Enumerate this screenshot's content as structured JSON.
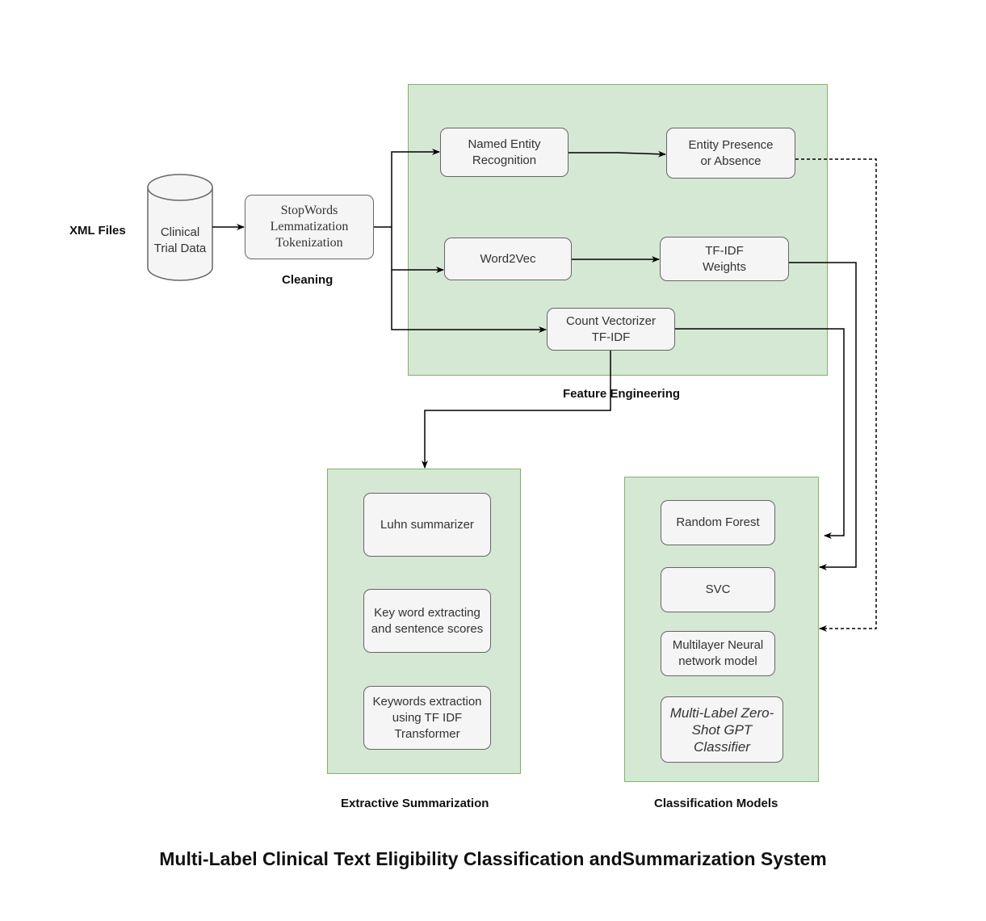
{
  "colors": {
    "group_fill": "#d5e8d4",
    "group_border": "#82b366",
    "node_fill": "#f5f5f5",
    "node_border": "#666666",
    "edge": "#000000"
  },
  "labels": {
    "xml_files": "XML Files",
    "cleaning": "Cleaning",
    "feature_engineering": "Feature Engineering",
    "extractive_summarization": "Extractive Summarization",
    "classification_models": "Classification Models",
    "title": "Multi-Label Clinical Text Eligibility Classification andSummarization System"
  },
  "nodes": {
    "clinical_trial_data": "Clinical\nTrial Data",
    "cleaning_steps": "StopWords\nLemmatization\nTokenization",
    "ner": "Named Entity\nRecognition",
    "entity_presence": "Entity Presence\nor Absence",
    "word2vec": "Word2Vec",
    "tfidf_weights": "TF-IDF\nWeights",
    "count_vectorizer": "Count Vectorizer\nTF-IDF",
    "luhn": "Luhn summarizer",
    "keyword_scores": "Key word extracting\nand sentence scores",
    "keywords_tfidf": "Keywords extraction\nusing TF IDF\nTransformer",
    "random_forest": "Random Forest",
    "svc": "SVC",
    "mlp": "Multilayer Neural\nnetwork model",
    "gpt": "Multi-Label Zero-\nShot GPT\nClassifier"
  }
}
